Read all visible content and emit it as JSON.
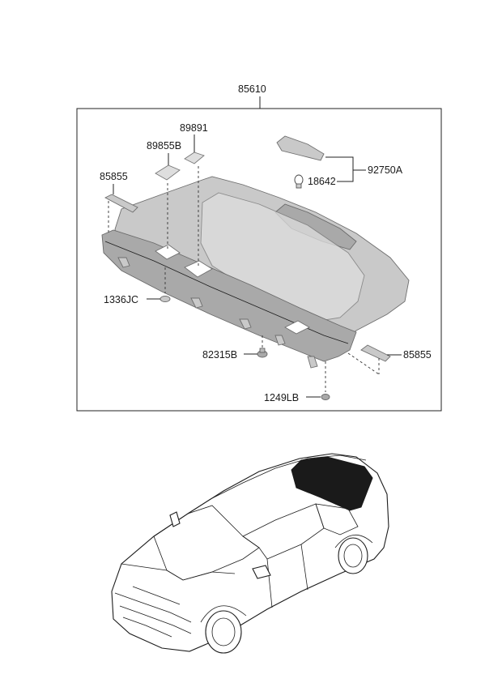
{
  "diagram": {
    "parts": [
      {
        "id": "assembly",
        "label": "85610"
      },
      {
        "id": "clip-top",
        "label": "89891"
      },
      {
        "id": "cover-b",
        "label": "89855B"
      },
      {
        "id": "bracket-left",
        "label": "85855"
      },
      {
        "id": "lamp-assembly",
        "label": "92750A"
      },
      {
        "id": "bulb",
        "label": "18642"
      },
      {
        "id": "fastener-left",
        "label": "1336JC"
      },
      {
        "id": "clip-bottom",
        "label": "82315B"
      },
      {
        "id": "bracket-right",
        "label": "85855"
      },
      {
        "id": "bolt",
        "label": "1249LB"
      }
    ]
  }
}
